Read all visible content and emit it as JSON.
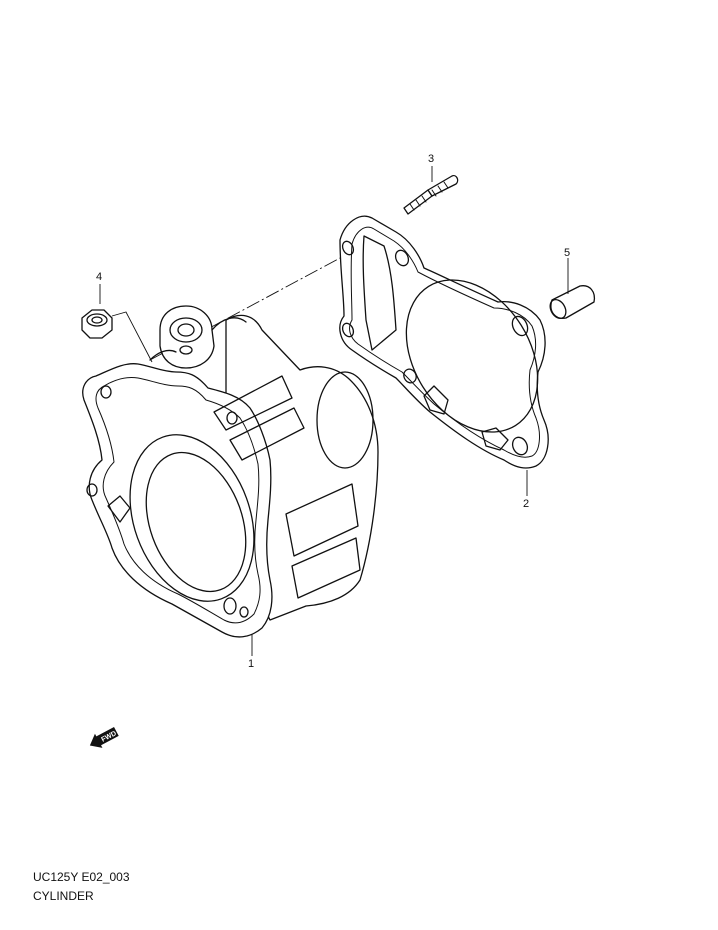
{
  "diagram": {
    "code": "UC125Y E02_003",
    "title": "CYLINDER",
    "fwd_label": "FWD",
    "parts": [
      {
        "id": "cylinder",
        "callout": "1"
      },
      {
        "id": "gasket",
        "callout": "2"
      },
      {
        "id": "stud",
        "callout": "3"
      },
      {
        "id": "nut",
        "callout": "4"
      },
      {
        "id": "dowel-pin",
        "callout": "5"
      }
    ]
  }
}
